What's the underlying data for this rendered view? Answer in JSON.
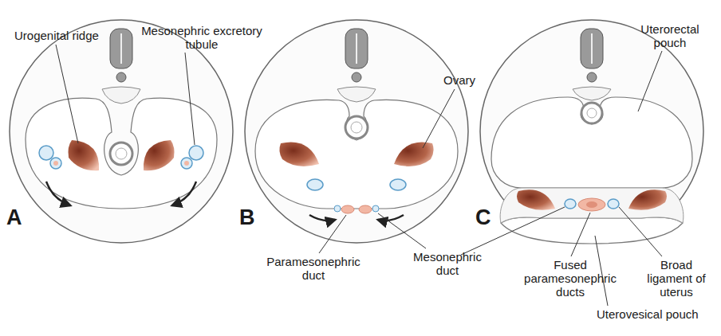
{
  "diagram": {
    "labels": [
      "Urogenital ridge",
      "Mesonephric excretory tubule",
      "Uterorectal pouch",
      "Ovary",
      "Paramesonephric duct",
      "Mesonephric duct",
      "Fused paramesonephric ducts",
      "Broad ligament of uterus",
      "Uterovesical pouch",
      "A",
      "B",
      "C"
    ]
  }
}
